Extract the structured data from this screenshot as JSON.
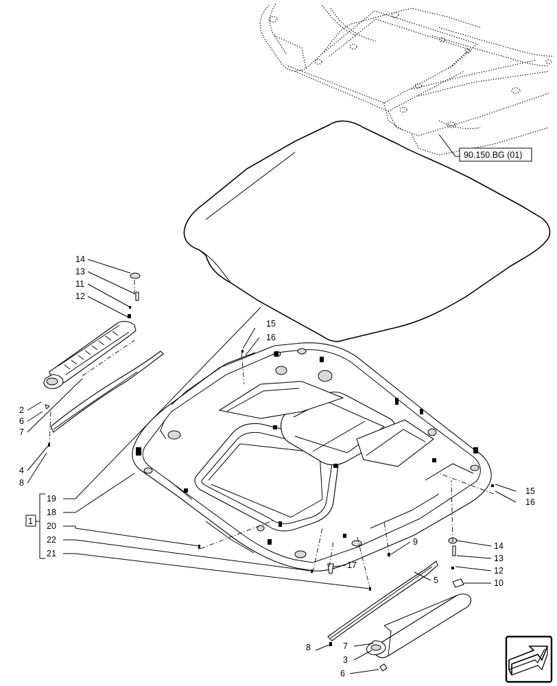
{
  "reference_label": "90.150.BG (01)",
  "group_box_label": "1",
  "callouts": {
    "left_14": "14",
    "left_13": "13",
    "left_11": "11",
    "left_12": "12",
    "left_2": "2",
    "left_6": "6",
    "left_7": "7",
    "left_4": "4",
    "left_8": "8",
    "top_15": "15",
    "top_16": "16",
    "group_19": "19",
    "group_18": "18",
    "group_20": "20",
    "group_22": "22",
    "group_21": "21",
    "right_15": "15",
    "right_16": "16",
    "mid_9": "9",
    "right_14": "14",
    "right_13": "13",
    "right_12": "12",
    "right_10": "10",
    "mid_17": "17",
    "mid_5": "5",
    "bot_8": "8",
    "bot_7": "7",
    "bot_3": "3",
    "bot_6": "6"
  },
  "icons": {
    "nav": "next-page-arrow-icon"
  }
}
